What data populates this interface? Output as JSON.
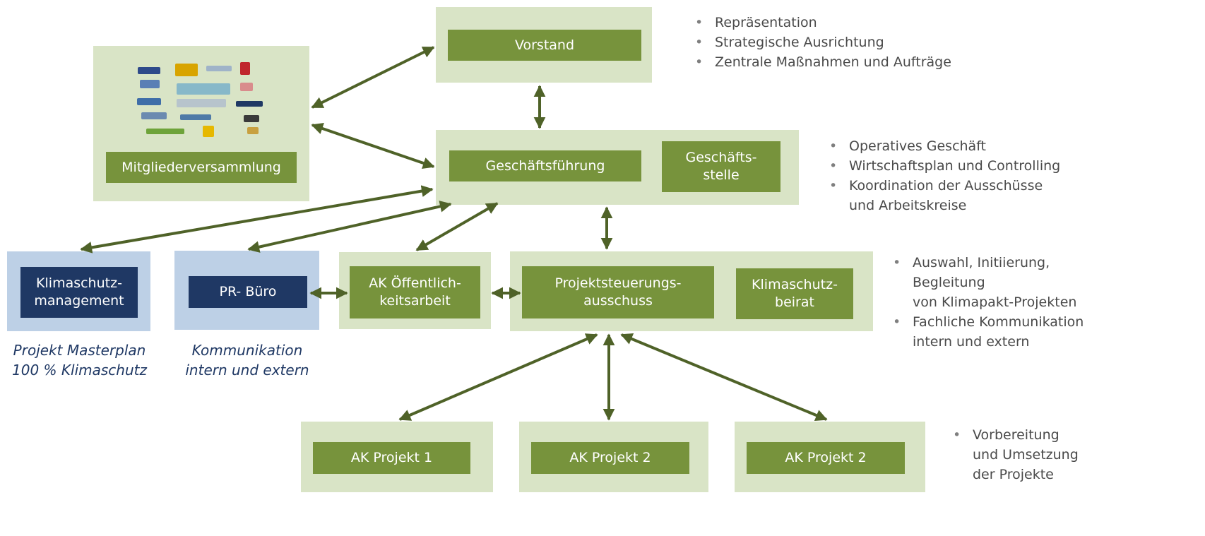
{
  "colors": {
    "panel_green": "#d9e4c6",
    "box_green": "#77933c",
    "panel_blue": "#bdd0e6",
    "box_navy": "#1f3864",
    "arrow": "#4f6228",
    "bullet_text": "#4a4a4a"
  },
  "boxes": {
    "vorstand": "Vorstand",
    "mitgliederversammlung": "Mitgliederversammlung",
    "geschaeftsfuehrung": "Geschäftsführung",
    "geschaeftsstelle": "Geschäfts-\nstelle",
    "klimaschutzmanagement": "Klimaschutz-\nmanagement",
    "pr_buero": "PR- Büro",
    "ak_oeffentlichkeitsarbeit": "AK Öffentlich-\nkeitsarbeit",
    "projektsteuerungsausschuss": "Projektsteuerungs-\nausschuss",
    "klimaschutzbeirat": "Klimaschutz-\nbeirat",
    "ak_projekt_1": "AK Projekt 1",
    "ak_projekt_2a": "AK Projekt 2",
    "ak_projekt_2b": "AK Projekt 2"
  },
  "captions": {
    "klimaschutzmanagement": "Projekt Masterplan\n100 % Klimaschutz",
    "pr_buero": "Kommunikation\nintern und extern"
  },
  "bullets": {
    "vorstand": [
      "Repräsentation",
      "Strategische Ausrichtung",
      "Zentrale Maßnahmen und Aufträge"
    ],
    "geschaeftsfuehrung": [
      "Operatives Geschäft",
      "Wirtschaftsplan und Controlling",
      "Koordination der Ausschüsse\nund Arbeitskreise"
    ],
    "projektsteuerung": [
      "Auswahl, Initiierung,\nBegleitung\nvon Klimapakt-Projekten",
      "Fachliche Kommunikation\nintern und extern"
    ],
    "ak_projekte": [
      "Vorbereitung\nund Umsetzung\nder Projekte"
    ]
  },
  "member_logos": [
    "logo-cluster"
  ]
}
